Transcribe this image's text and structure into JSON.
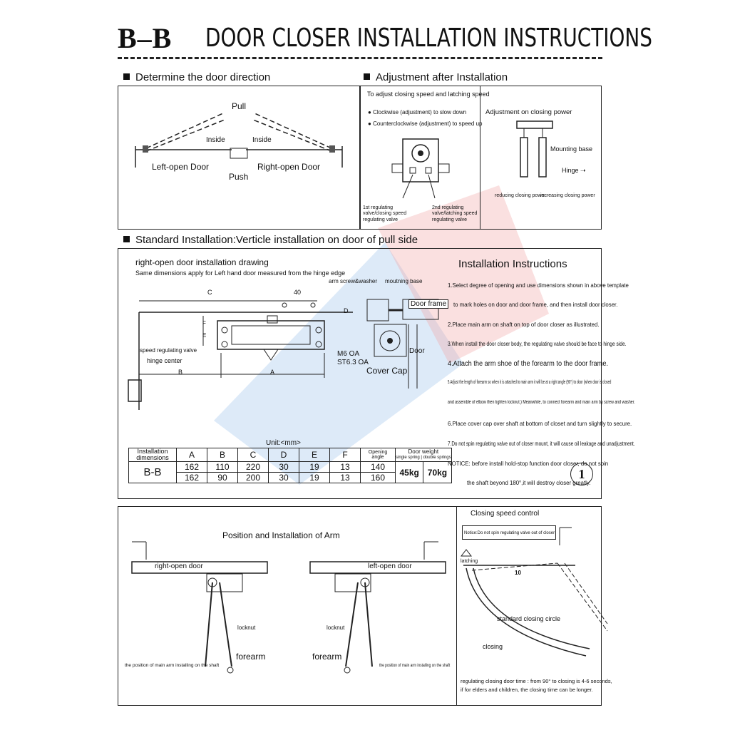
{
  "header": {
    "model": "B–B",
    "title": "DOOR CLOSER INSTALLATION INSTRUCTIONS"
  },
  "direction": {
    "heading": "Determine the door direction",
    "pull": "Pull",
    "inside_left": "Inside",
    "inside_right": "Inside",
    "left_open": "Left-open Door",
    "right_open": "Right-open Door",
    "push": "Push"
  },
  "adjustment": {
    "heading": "Adjustment after Installation",
    "speed_title": "To adjust closing speed and latching speed",
    "bullet1": "Clockwise (adjustment) to slow down",
    "bullet2": "Counterclockwise (adjustment) to speed up",
    "valve1": "1st regulating valve/closing speed regulating valve",
    "valve2": "2nd regulating valve/latching speed regulating valve",
    "power_title": "Adjustment on closing power",
    "mounting_base": "Mounting base",
    "hinge": "Hinge",
    "reducing": "reducing closing power",
    "increasing": "increasing closing power"
  },
  "standard": {
    "heading": "Standard Installation:Verticle installation on door of pull side",
    "drawing_title": "right-open door installation drawing",
    "drawing_sub": "Same dimensions apply for Left hand door measured from the hinge edge",
    "label_c": "C",
    "label_40": "40",
    "label_d": "D",
    "label_f": "F",
    "label_e": "E",
    "label_b": "B",
    "label_a": "A",
    "arm_screw": "arm screw&washer",
    "mounting_base": "moutning base",
    "door_frame": "Door frame",
    "door": "Door",
    "speed_valve": "speed regulating valve",
    "hinge_center": "hinge center",
    "m6": "M6 OA",
    "st63": "ST6.3 OA",
    "cover_cap": "Cover Cap",
    "unit": "Unit:<mm>"
  },
  "table": {
    "header_label": "Installation dimensions",
    "cols": [
      "A",
      "B",
      "C",
      "D",
      "E",
      "F"
    ],
    "opening_angle": "Opening angle",
    "door_weight": "Door weight",
    "single_spring": "single spring",
    "double_springs": "double springs",
    "model": "B-B",
    "rows": [
      [
        "162",
        "110",
        "220",
        "30",
        "19",
        "13",
        "140"
      ],
      [
        "162",
        "90",
        "200",
        "30",
        "19",
        "13",
        "160"
      ]
    ],
    "w_single": "45kg",
    "w_double": "70kg"
  },
  "instructions": {
    "title": "Installation Instructions",
    "steps": [
      "1.Select degree of opening and use dimensions shown in above template",
      "to mark holes on door and door frame, and then install door closer.",
      "2.Place main arm on shaft on top of door closer as illustrated.",
      "3.When install the door closer body, the regulating valve should be face to hinge side.",
      "4.Attach the arm shoe of the forearm to the door frame.",
      "5.Adjust the length of forearm so when it is attached to main arm it will be at a right angle (90°) to door (when door is closed",
      "and assemble of elbow then tighten locknut.) Meanwhile, to connect forearm and main arm by screw and washer.",
      "6.Place cover cap over shaft at bottom of closet and turn slightly to secure.",
      "7.Do not spin regulating valve out of closer mount, it will cause oil leakage and unadjustment.",
      "NOTICE: before install hold-stop function door closer, do not spin",
      "the shaft beyond 180°,it will destroy closer greatly."
    ],
    "page_num": "1"
  },
  "arm": {
    "title": "Position and Installation of Arm",
    "right_open": "right-open door",
    "left_open": "left-open door",
    "locknut_r": "locknut",
    "locknut_l": "locknut",
    "forearm_r": "forearm",
    "forearm_l": "forearm",
    "main_arm_r": "the position of main arm installing on the shaft",
    "main_arm_l": "the position of main arm installing on the shaft"
  },
  "speed_control": {
    "title": "Closing speed control",
    "notice": "Notice:Do not spin regulating valve out of closer mount",
    "latching": "latching",
    "ten": "10",
    "standard_circle": "standard closing circle",
    "closing": "closing",
    "footer1": "regulating closing door time : from 90° to closing is 4-6 seconds,",
    "footer2": "if for elders and children, the closing time can be longer."
  },
  "colors": {
    "ink": "#111111",
    "watermark_blue": "#9ec3ea",
    "watermark_red": "#f1a5a5"
  }
}
